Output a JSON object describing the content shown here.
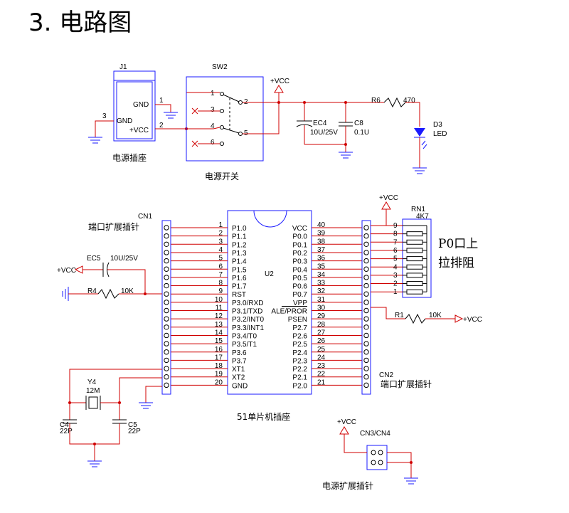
{
  "title": "3. 电路图",
  "power_section": {
    "jack": {
      "ref": "J1",
      "pin1": "1",
      "pin2": "2",
      "pin3": "3",
      "gnd_a": "GND",
      "gnd_b": "GND",
      "vcc": "+VCC",
      "caption": "电源插座"
    },
    "switch": {
      "ref": "SW2",
      "p1": "1",
      "p2": "2",
      "p3": "3",
      "p4": "4",
      "p5": "5",
      "p6": "6",
      "caption": "电源开关"
    },
    "vcc": "+VCC",
    "ec4": {
      "ref": "EC4",
      "value": "10U/25V"
    },
    "c8": {
      "ref": "C8",
      "value": "0.1U"
    },
    "r6": {
      "ref": "R6",
      "value": "470"
    },
    "d3": {
      "ref": "D3",
      "value": "LED"
    }
  },
  "mcu": {
    "ref": "U2",
    "caption": "51单片机插座",
    "left_pins": [
      {
        "n": "1",
        "name": "P1.0"
      },
      {
        "n": "2",
        "name": "P1.1"
      },
      {
        "n": "3",
        "name": "P1.2"
      },
      {
        "n": "4",
        "name": "P1.3"
      },
      {
        "n": "5",
        "name": "P1.4"
      },
      {
        "n": "6",
        "name": "P1.5"
      },
      {
        "n": "7",
        "name": "P1.6"
      },
      {
        "n": "8",
        "name": "P1.7"
      },
      {
        "n": "9",
        "name": "RST"
      },
      {
        "n": "10",
        "name": "P3.0/RXD"
      },
      {
        "n": "11",
        "name": "P3.1/TXD"
      },
      {
        "n": "12",
        "name": "P3.2/INT0"
      },
      {
        "n": "13",
        "name": "P3.3/INT1"
      },
      {
        "n": "14",
        "name": "P3.4/T0"
      },
      {
        "n": "15",
        "name": "P3.5/T1"
      },
      {
        "n": "16",
        "name": "P3.6"
      },
      {
        "n": "17",
        "name": "P3.7"
      },
      {
        "n": "18",
        "name": "XT1"
      },
      {
        "n": "19",
        "name": "XT2"
      },
      {
        "n": "20",
        "name": "GND"
      }
    ],
    "right_pins": [
      {
        "n": "40",
        "name": "VCC"
      },
      {
        "n": "39",
        "name": "P0.0"
      },
      {
        "n": "38",
        "name": "P0.1"
      },
      {
        "n": "37",
        "name": "P0.2"
      },
      {
        "n": "36",
        "name": "P0.3"
      },
      {
        "n": "35",
        "name": "P0.4"
      },
      {
        "n": "34",
        "name": "P0.5"
      },
      {
        "n": "33",
        "name": "P0.6"
      },
      {
        "n": "32",
        "name": "P0.7"
      },
      {
        "n": "31",
        "name": "VPP"
      },
      {
        "n": "30",
        "name": "ALE/PROR"
      },
      {
        "n": "29",
        "name": "PSEN"
      },
      {
        "n": "28",
        "name": "P2.7"
      },
      {
        "n": "27",
        "name": "P2.6"
      },
      {
        "n": "26",
        "name": "P2.5"
      },
      {
        "n": "25",
        "name": "P2.4"
      },
      {
        "n": "24",
        "name": "P2.3"
      },
      {
        "n": "23",
        "name": "P2.2"
      },
      {
        "n": "22",
        "name": "P2.1"
      },
      {
        "n": "21",
        "name": "P2.0"
      }
    ]
  },
  "cn1": {
    "ref": "CN1",
    "caption": "端口扩展插针"
  },
  "cn2": {
    "ref": "CN2",
    "caption": "端口扩展插针"
  },
  "rn1": {
    "ref": "RN1",
    "value": "4K7",
    "pins": [
      "9",
      "8",
      "7",
      "6",
      "5",
      "4",
      "3",
      "2",
      "1"
    ],
    "caption_1": "P0口上",
    "caption_2": "拉排阻"
  },
  "ec5": {
    "ref": "EC5",
    "value": "10U/25V",
    "vcc": "+VCC"
  },
  "r4": {
    "ref": "R4",
    "value": "10K"
  },
  "r1": {
    "ref": "R1",
    "value": "10K",
    "vcc": "+VCC"
  },
  "rn_vcc": "+VCC",
  "crystal": {
    "ref": "Y4",
    "value": "12M"
  },
  "c4": {
    "ref": "C4",
    "value": "22P"
  },
  "c5": {
    "ref": "C5",
    "value": "22P"
  },
  "cn34": {
    "ref": "CN3/CN4",
    "vcc": "+VCC",
    "caption": "电源扩展插针"
  }
}
